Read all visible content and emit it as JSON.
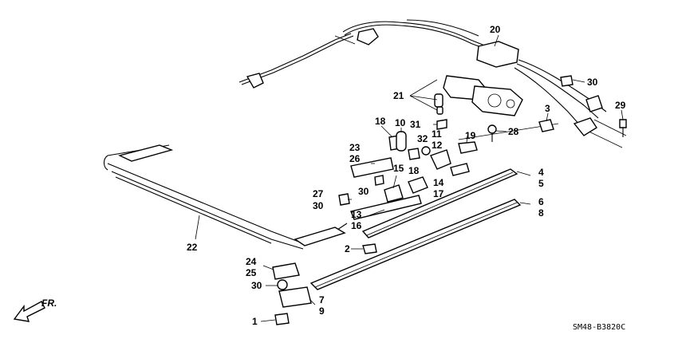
{
  "diagram": {
    "callouts": [
      {
        "id": "c20",
        "label": "20"
      },
      {
        "id": "c30a",
        "label": "30"
      },
      {
        "id": "c21",
        "label": "21"
      },
      {
        "id": "c3",
        "label": "3"
      },
      {
        "id": "c29",
        "label": "29"
      },
      {
        "id": "c28",
        "label": "28"
      },
      {
        "id": "c31",
        "label": "31"
      },
      {
        "id": "c18a",
        "label": "18"
      },
      {
        "id": "c10",
        "label": "10"
      },
      {
        "id": "c32",
        "label": "32"
      },
      {
        "id": "c11",
        "label": "11"
      },
      {
        "id": "c12",
        "label": "12"
      },
      {
        "id": "c19",
        "label": "19"
      },
      {
        "id": "c23",
        "label": "23"
      },
      {
        "id": "c26",
        "label": "26"
      },
      {
        "id": "c18b",
        "label": "18"
      },
      {
        "id": "c15",
        "label": "15"
      },
      {
        "id": "c30b",
        "label": "30"
      },
      {
        "id": "c27",
        "label": "27"
      },
      {
        "id": "c30c",
        "label": "30"
      },
      {
        "id": "c14",
        "label": "14"
      },
      {
        "id": "c17",
        "label": "17"
      },
      {
        "id": "c4",
        "label": "4"
      },
      {
        "id": "c5",
        "label": "5"
      },
      {
        "id": "c6",
        "label": "6"
      },
      {
        "id": "c8",
        "label": "8"
      },
      {
        "id": "c13",
        "label": "13"
      },
      {
        "id": "c16",
        "label": "16"
      },
      {
        "id": "c22",
        "label": "22"
      },
      {
        "id": "c2",
        "label": "2"
      },
      {
        "id": "c24",
        "label": "24"
      },
      {
        "id": "c25",
        "label": "25"
      },
      {
        "id": "c30d",
        "label": "30"
      },
      {
        "id": "c7",
        "label": "7"
      },
      {
        "id": "c9",
        "label": "9"
      },
      {
        "id": "c1",
        "label": "1"
      }
    ],
    "direction_label": "FR.",
    "drawing_code": "SM48-B3820C"
  }
}
